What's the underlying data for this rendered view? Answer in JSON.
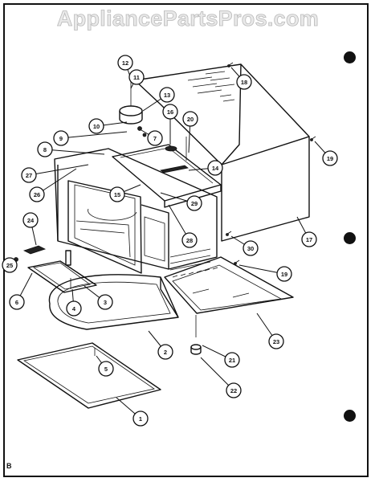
{
  "watermark": "AppliancePartsPros.com",
  "page_letter": "B",
  "callouts": [
    {
      "label": "1"
    },
    {
      "label": "2"
    },
    {
      "label": "3"
    },
    {
      "label": "4"
    },
    {
      "label": "5"
    },
    {
      "label": "6"
    },
    {
      "label": "7"
    },
    {
      "label": "8"
    },
    {
      "label": "9"
    },
    {
      "label": "10"
    },
    {
      "label": "11"
    },
    {
      "label": "12"
    },
    {
      "label": "13"
    },
    {
      "label": "14"
    },
    {
      "label": "15"
    },
    {
      "label": "16"
    },
    {
      "label": "17"
    },
    {
      "label": "18"
    },
    {
      "label": "19"
    },
    {
      "label": "19"
    },
    {
      "label": "20"
    },
    {
      "label": "21"
    },
    {
      "label": "22"
    },
    {
      "label": "23"
    },
    {
      "label": "24"
    },
    {
      "label": "25"
    },
    {
      "label": "26"
    },
    {
      "label": "27"
    },
    {
      "label": "28"
    },
    {
      "label": "29"
    },
    {
      "label": "30"
    }
  ]
}
